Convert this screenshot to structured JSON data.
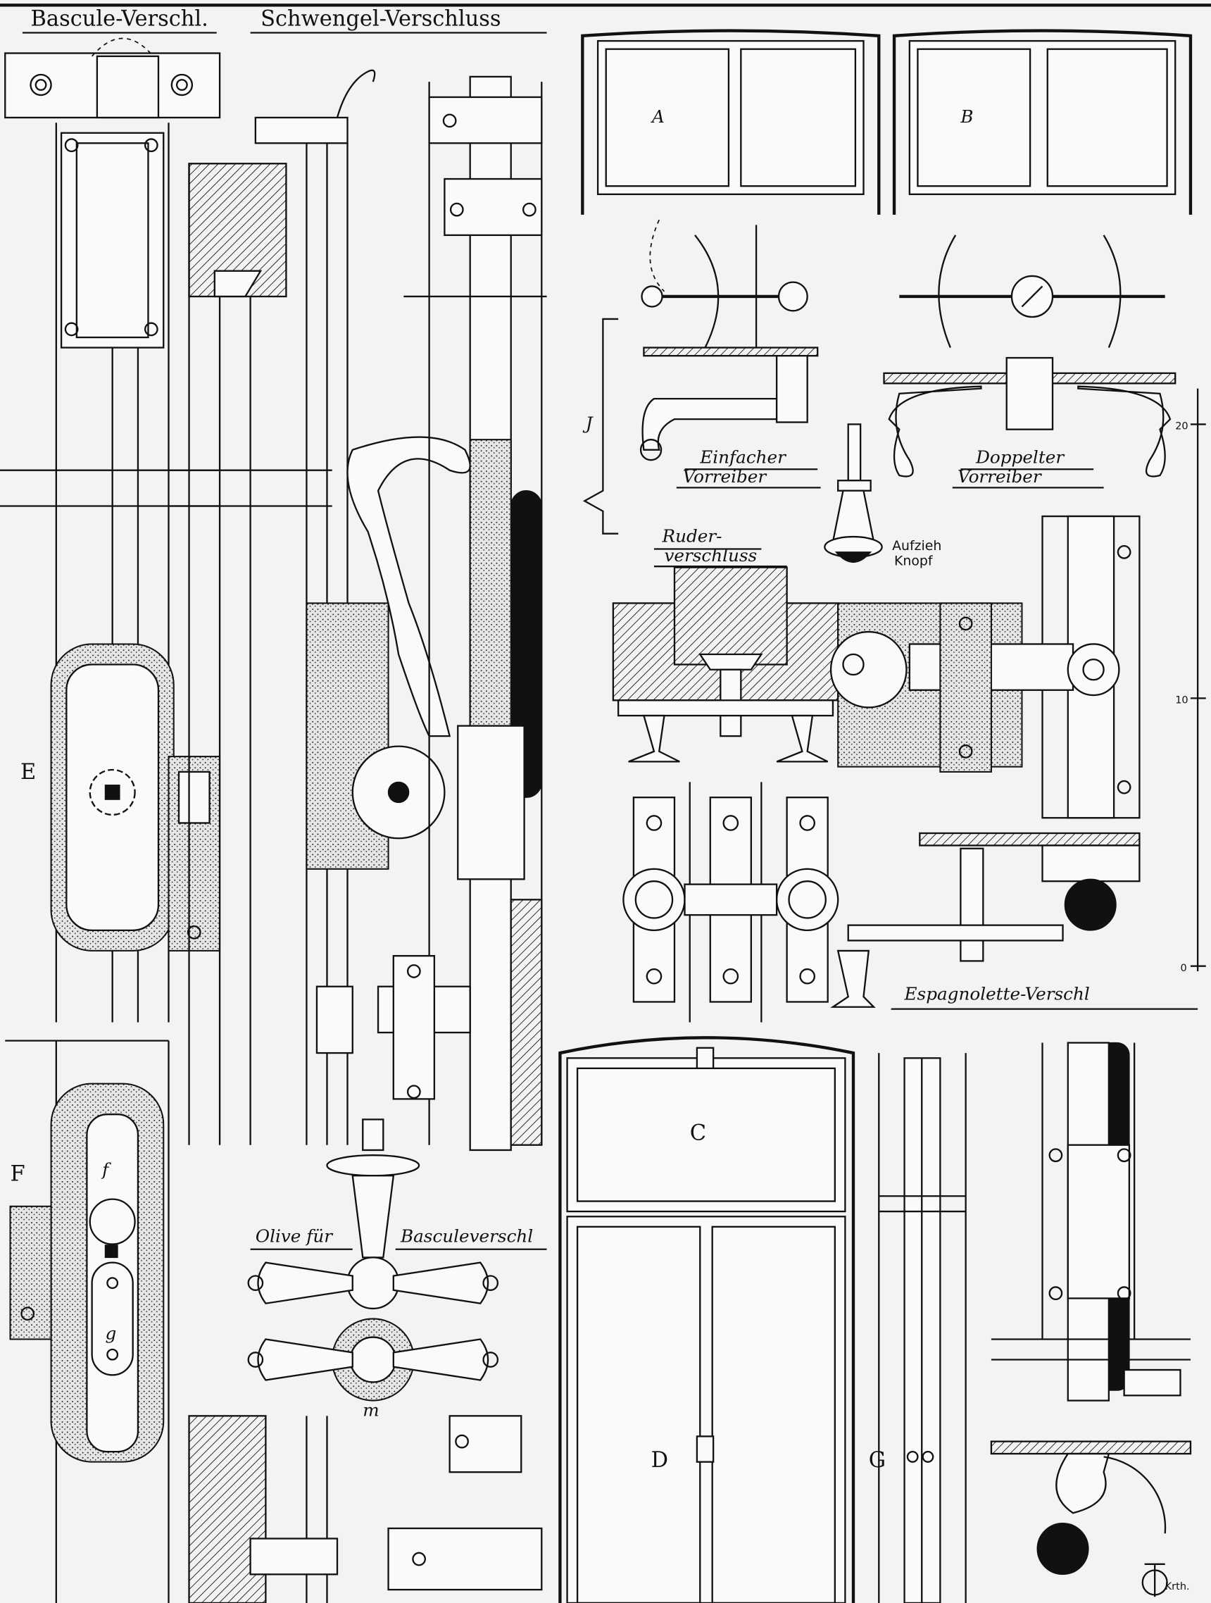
{
  "titles": {
    "bascule": "Bascule-Verschl.",
    "schwengel": "Schwengel-Verschluss",
    "einfacher_1": "Einfacher",
    "einfacher_2": "Vorreiber",
    "doppelter_1": "Doppelter",
    "doppelter_2": "Vorreiber",
    "ruder_1": "Ruder-",
    "ruder_2": "verschluss",
    "aufzieh_1": "Aufzieh",
    "aufzieh_2": "Knopf",
    "espagnolette": "Espagnolette-Verschl",
    "olive_1": "Olive für",
    "olive_2": "Basculeverschl"
  },
  "figure_letters": {
    "A": "A",
    "B": "B",
    "C": "C",
    "D": "D",
    "E": "E",
    "F": "F",
    "f": "f",
    "g": "g",
    "G": "G",
    "J": "J",
    "m": "m"
  },
  "scale": {
    "t20": "20",
    "t10": "10",
    "t0": "0"
  },
  "signature": "Krth."
}
